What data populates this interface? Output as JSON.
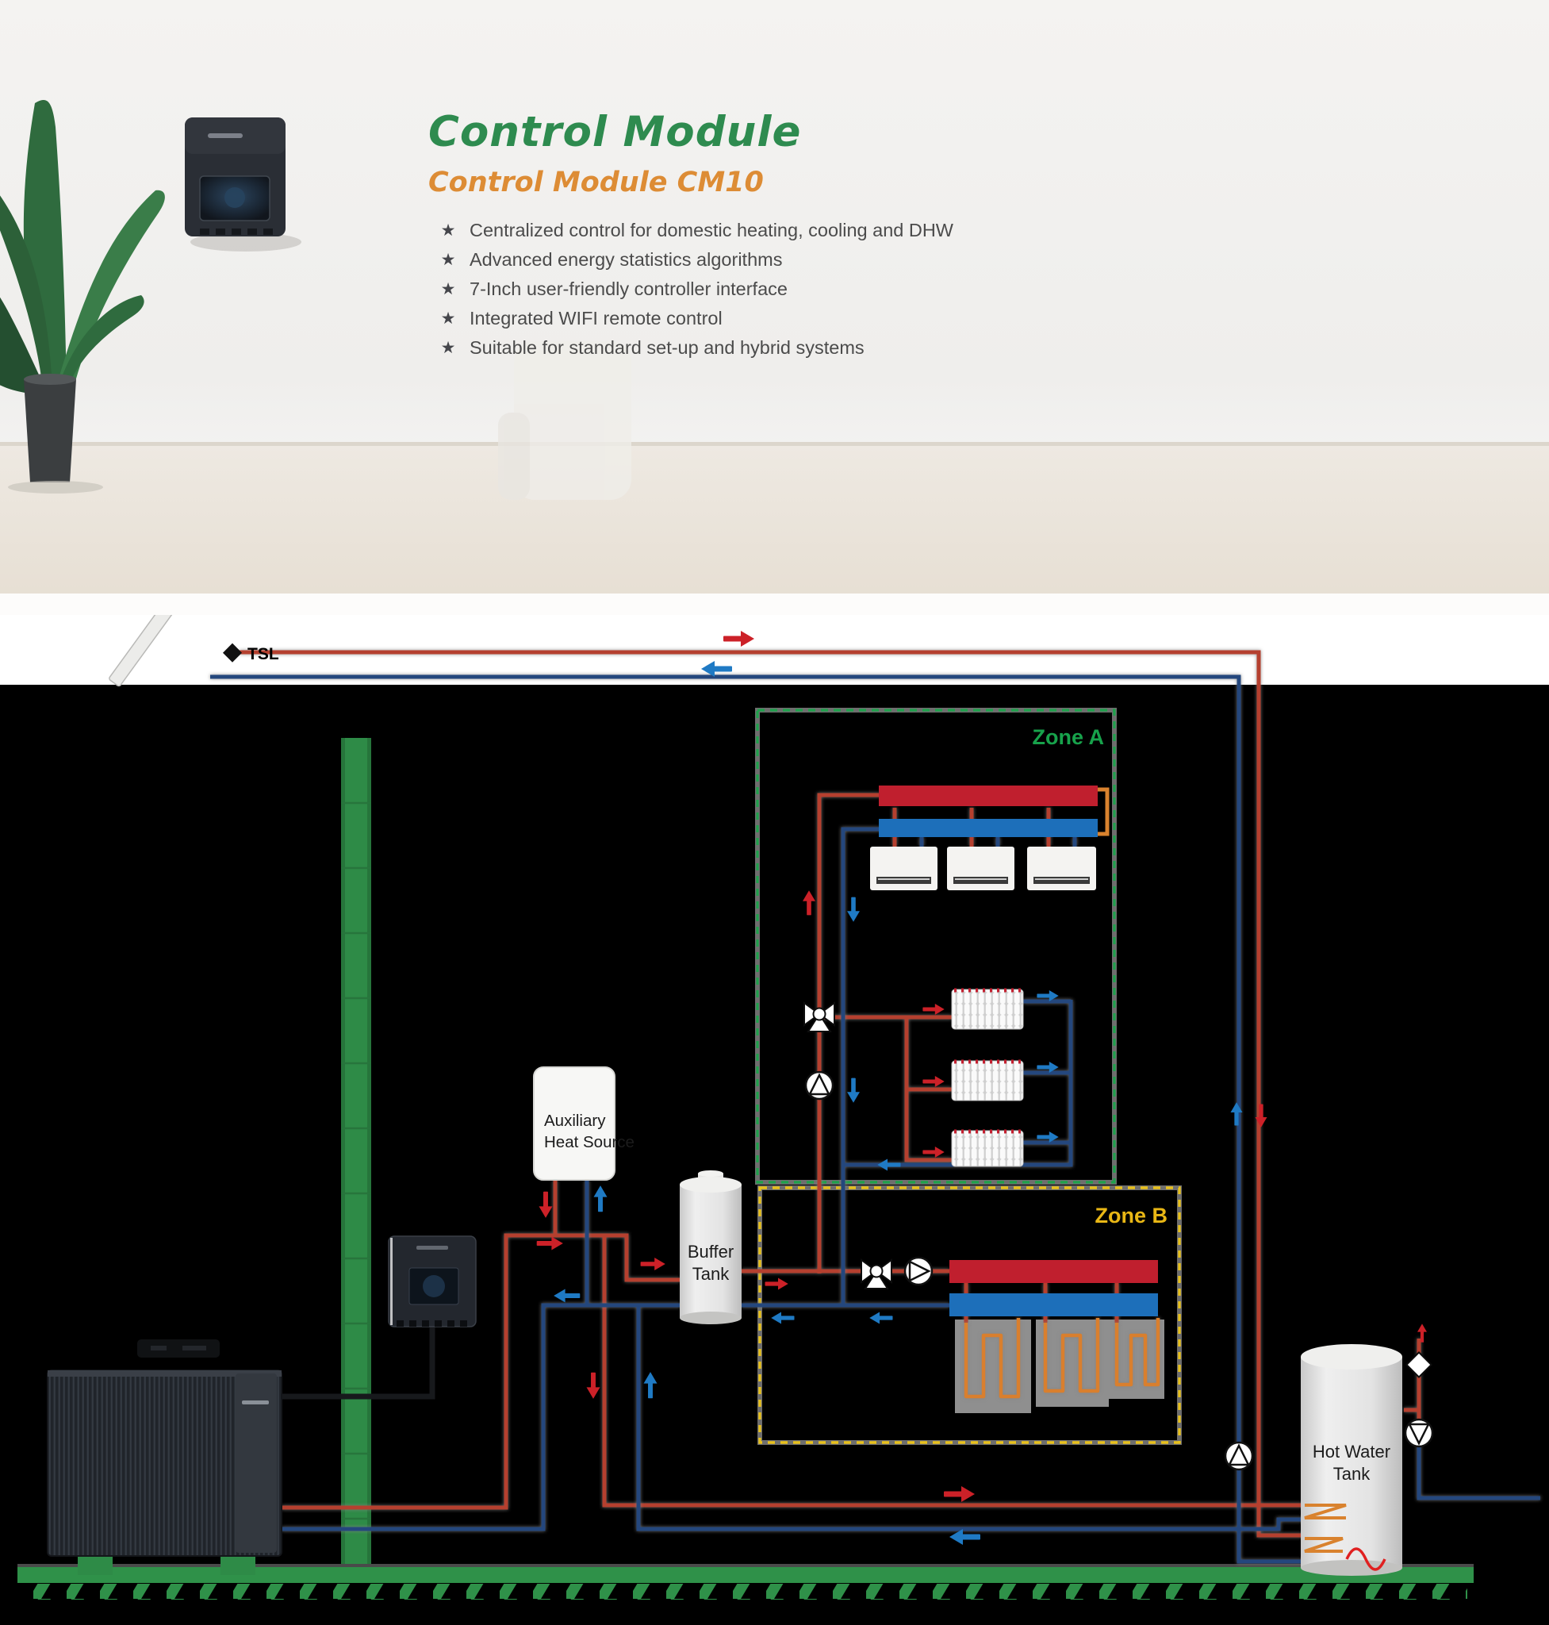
{
  "header": {
    "title": "Control Module",
    "subtitle": "Control Module CM10",
    "bullet_icon": "star",
    "features": [
      "Centralized control for domestic heating, cooling and DHW",
      "Advanced energy statistics algorithms",
      "7-Inch user-friendly controller interface",
      "Integrated WIFI remote control",
      "Suitable for standard set-up and hybrid systems"
    ],
    "colors": {
      "title": "#2e8b4f",
      "subtitle": "#dd8c35",
      "text": "#4b4b4b"
    }
  },
  "diagram": {
    "background": "#000000",
    "labels": {
      "tsl": "TSL",
      "zone_a": "Zone A",
      "zone_b": "Zone B",
      "aux_line1": "Auxiliary",
      "aux_line2": "Heat Source",
      "buffer_line1": "Buffer",
      "buffer_line2": "Tank",
      "hwt_line1": "Hot Water",
      "hwt_line2": "Tank"
    },
    "colors": {
      "supply_red": "#b5402f",
      "return_blue": "#24477d",
      "manifold_red": "#c01f2e",
      "manifold_blue": "#1d6fba",
      "arrow_red": "#cc2128",
      "arrow_blue": "#1f7ac4",
      "zone_a_dash": "#1fa14c",
      "zone_b_dash": "#e8c11c",
      "zone_border_gray": "#6e6e6e",
      "wall_green": "#2e8b47",
      "ground_green": "#2f9149",
      "loop_orange": "#d97f2e"
    },
    "components": [
      "solar-thermal-collector",
      "heat-pump-outdoor-unit",
      "control-module",
      "auxiliary-heat-source",
      "buffer-tank",
      "hot-water-tank",
      "zone-a-fan-coils",
      "zone-a-radiators",
      "zone-b-underfloor-heating",
      "circulation-pumps",
      "three-way-valves",
      "check-valve"
    ]
  }
}
